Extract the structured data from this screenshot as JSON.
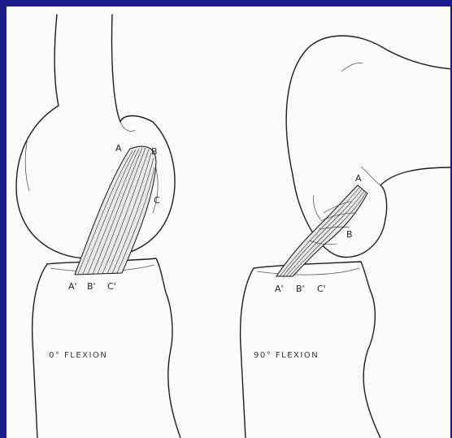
{
  "figures": [
    {
      "caption": "0° FLEXION",
      "femur_points": {
        "a": "A",
        "b": "B",
        "c": "C"
      },
      "tibia_points": {
        "a": "A'",
        "b": "B'",
        "c": "C'"
      }
    },
    {
      "caption": "90° FLEXION",
      "femur_points": {
        "a": "A",
        "b": "B"
      },
      "tibia_points": {
        "a": "A'",
        "b": "B'",
        "c": "C'"
      }
    }
  ],
  "colors": {
    "frame": "#1a1a8c",
    "paper": "#fbfbf8",
    "ink": "#1c1c1c"
  }
}
